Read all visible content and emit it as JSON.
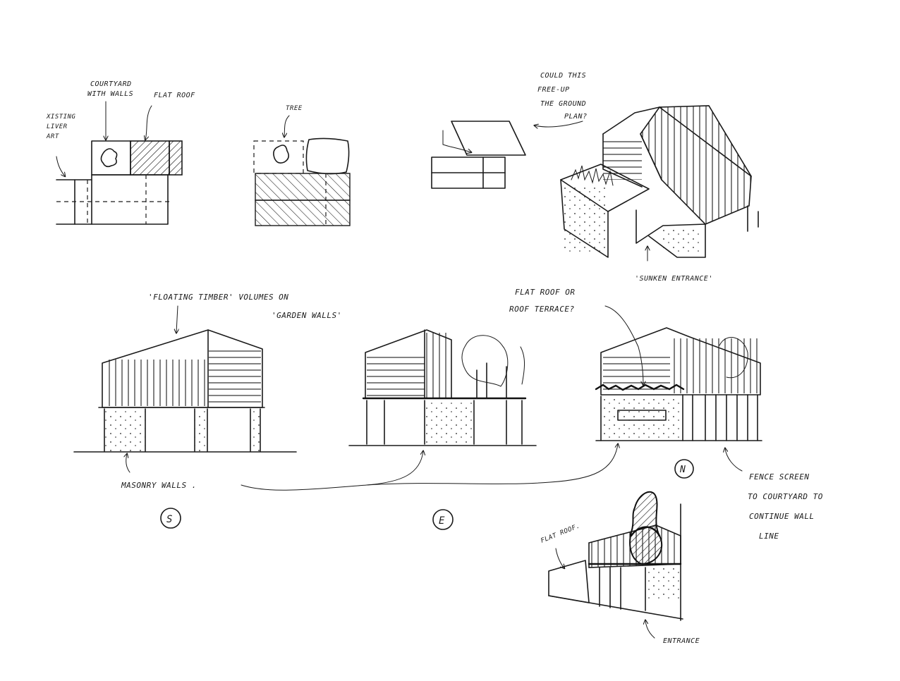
{
  "annotations": {
    "existing": "XISTING\nLIVER\nART",
    "courtyard": "COURTYARD\nWITH WALLS",
    "flat_roof_plan": "FLAT ROOF",
    "tree": "TREE",
    "free_up": "COULD THIS\nFREE-UP\nTHE GROUND\nPLAN?",
    "sunken_entrance": "'SUNKEN ENTRANCE'",
    "floating_volumes": "'FLOATING TIMBER' VOLUMES ON\n'GARDEN WALLS'",
    "flat_roof_or_terrace": "FLAT ROOF OR\nROOF TERRACE?",
    "masonry_walls": "MASONRY WALLS .",
    "fence_screen": "FENCE SCREEN\nTO COURTYARD TO\nCONTINUE WALL\nLINE",
    "flat_roof_persp": "FLAT ROOF.",
    "entrance": "ENTRANCE"
  },
  "elevation_labels": {
    "south": "S",
    "east": "E",
    "north": "N"
  }
}
